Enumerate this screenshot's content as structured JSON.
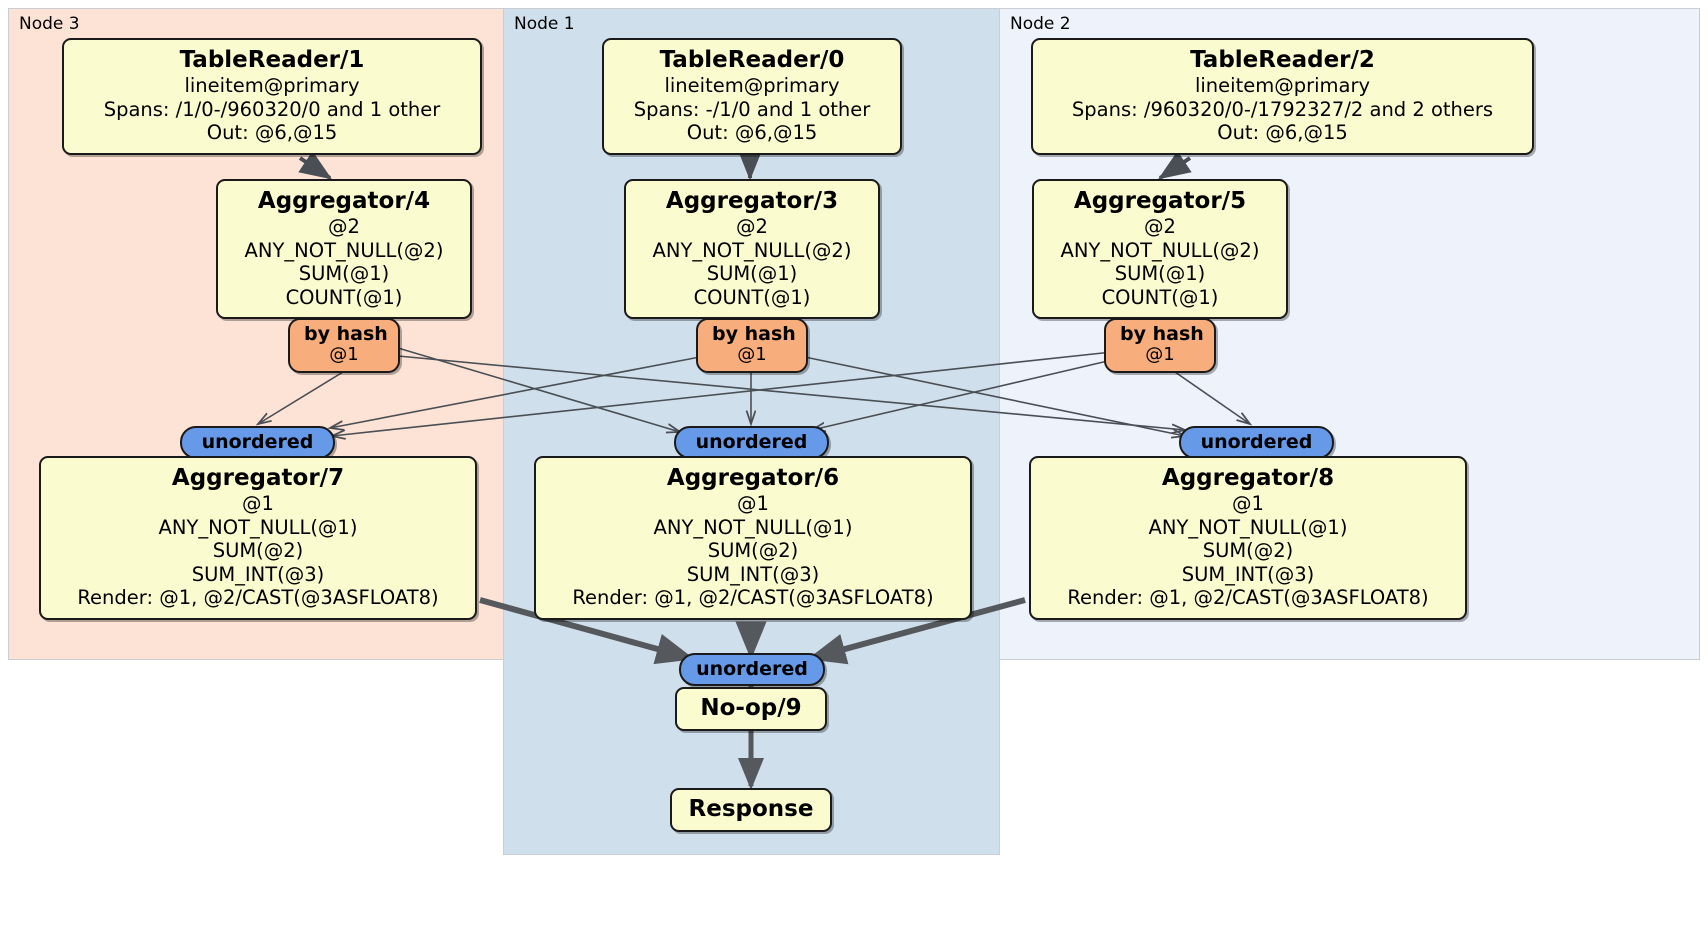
{
  "diagram": {
    "type": "distributed-query-plan",
    "clusters": [
      {
        "id": "node3",
        "label": "Node 3",
        "color": "#fce3d5"
      },
      {
        "id": "node1",
        "label": "Node 1",
        "color": "#cfdfeb"
      },
      {
        "id": "node2",
        "label": "Node 2",
        "color": "#edf2fb"
      }
    ],
    "colors": {
      "node_fill": "#fbfbd0",
      "node_border": "#1a1a1a",
      "hash_pill_fill": "#f7ad7c",
      "unordered_pill_fill": "#6699e8",
      "edge": "#4a4f55",
      "thick_edge": "#55595e"
    },
    "nodes": {
      "table_reader_1": {
        "title": "TableReader/1",
        "lines": [
          "lineitem@primary",
          "Spans: /1/0-/960320/0 and 1 other",
          "Out: @6,@15"
        ]
      },
      "table_reader_0": {
        "title": "TableReader/0",
        "lines": [
          "lineitem@primary",
          "Spans: -/1/0 and 1 other",
          "Out: @6,@15"
        ]
      },
      "table_reader_2": {
        "title": "TableReader/2",
        "lines": [
          "lineitem@primary",
          "Spans: /960320/0-/1792327/2 and 2 others",
          "Out: @6,@15"
        ]
      },
      "aggregator_4": {
        "title": "Aggregator/4",
        "lines": [
          "@2",
          "ANY_NOT_NULL(@2)",
          "SUM(@1)",
          "COUNT(@1)"
        ]
      },
      "aggregator_3": {
        "title": "Aggregator/3",
        "lines": [
          "@2",
          "ANY_NOT_NULL(@2)",
          "SUM(@1)",
          "COUNT(@1)"
        ]
      },
      "aggregator_5": {
        "title": "Aggregator/5",
        "lines": [
          "@2",
          "ANY_NOT_NULL(@2)",
          "SUM(@1)",
          "COUNT(@1)"
        ]
      },
      "aggregator_7": {
        "title": "Aggregator/7",
        "lines": [
          "@1",
          "ANY_NOT_NULL(@1)",
          "SUM(@2)",
          "SUM_INT(@3)",
          "Render: @1, @2/CAST(@3ASFLOAT8)"
        ]
      },
      "aggregator_6": {
        "title": "Aggregator/6",
        "lines": [
          "@1",
          "ANY_NOT_NULL(@1)",
          "SUM(@2)",
          "SUM_INT(@3)",
          "Render: @1, @2/CAST(@3ASFLOAT8)"
        ]
      },
      "aggregator_8": {
        "title": "Aggregator/8",
        "lines": [
          "@1",
          "ANY_NOT_NULL(@1)",
          "SUM(@2)",
          "SUM_INT(@3)",
          "Render: @1, @2/CAST(@3ASFLOAT8)"
        ]
      },
      "noop_9": {
        "title": "No-op/9",
        "lines": []
      },
      "response": {
        "title": "Response",
        "lines": []
      }
    },
    "pills": {
      "hash_left": {
        "label": "by hash",
        "sub": "@1"
      },
      "hash_mid": {
        "label": "by hash",
        "sub": "@1"
      },
      "hash_right": {
        "label": "by hash",
        "sub": "@1"
      },
      "unordered_left": {
        "label": "unordered"
      },
      "unordered_mid": {
        "label": "unordered"
      },
      "unordered_right": {
        "label": "unordered"
      },
      "unordered_final": {
        "label": "unordered"
      }
    }
  }
}
